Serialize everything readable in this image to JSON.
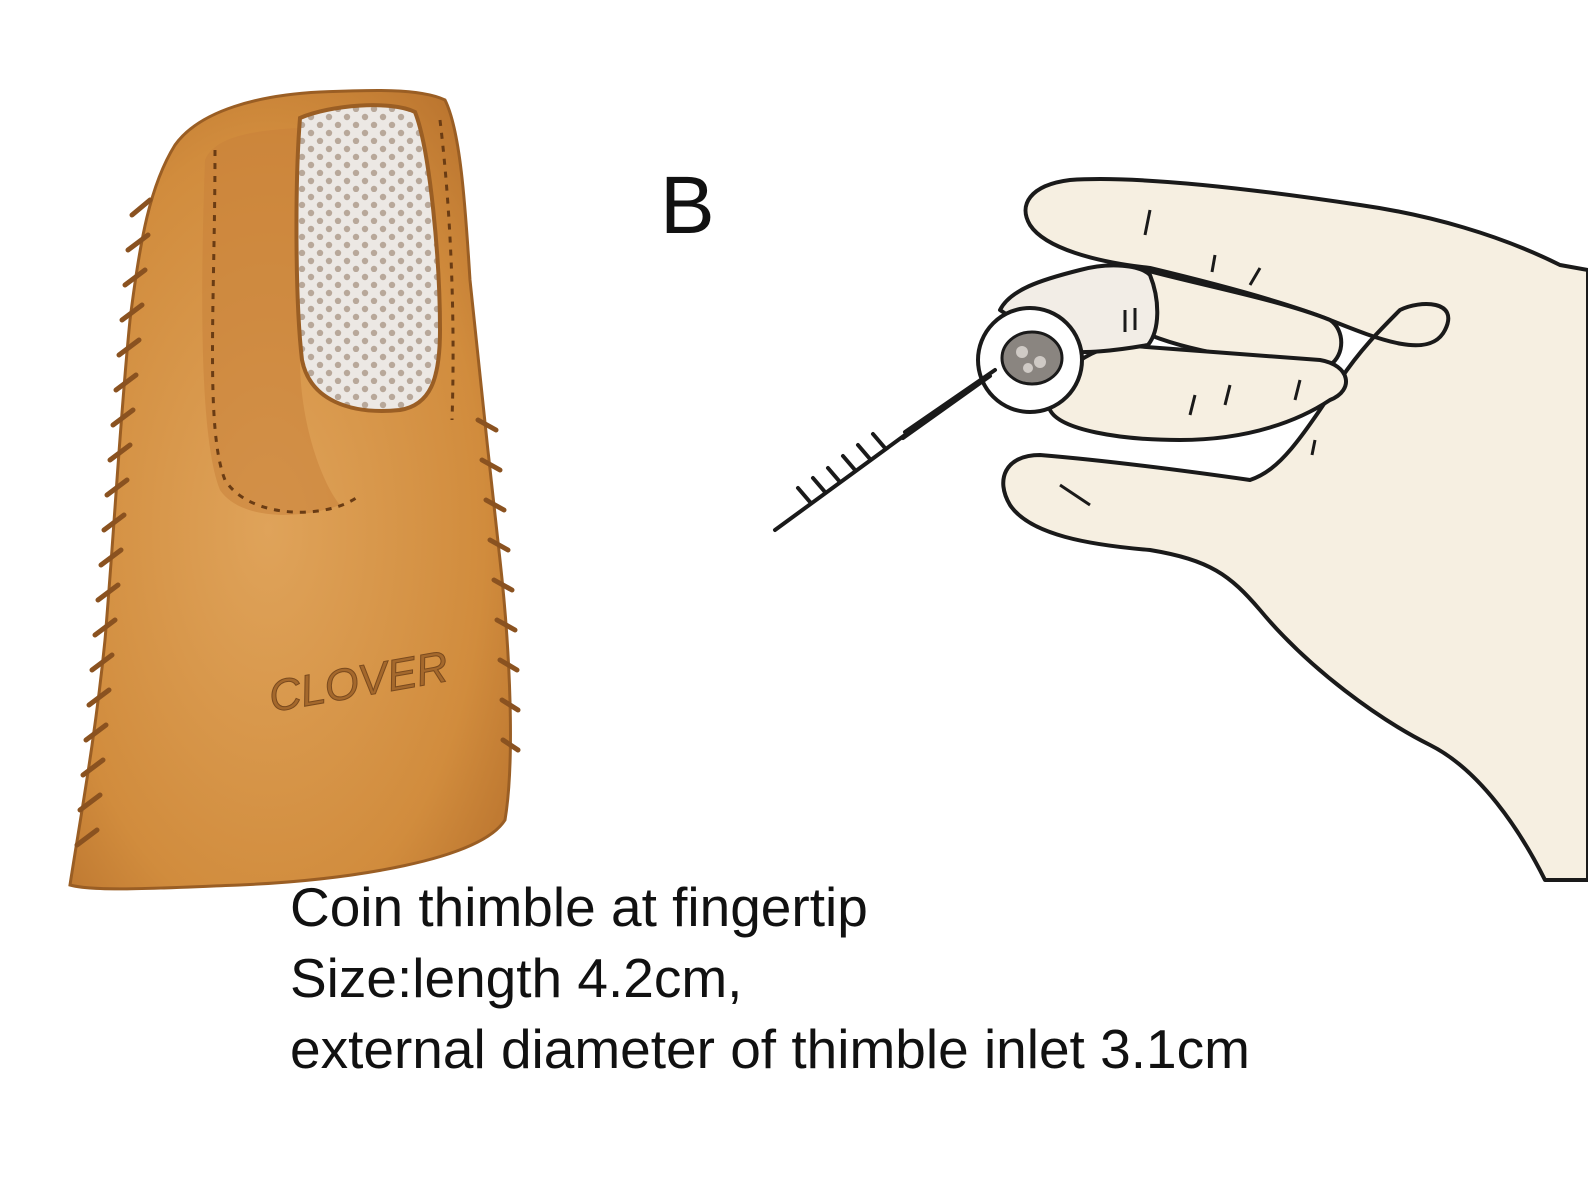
{
  "panel_label": "B",
  "brand_mark": "CLOVER",
  "caption": {
    "line1": "Coin thimble at fingertip",
    "line2": "Size:length 4.2cm,",
    "line3": "external diameter of thimble inlet 3.1cm"
  },
  "colors": {
    "leather": "#d69446",
    "leather_dark": "#a8662a",
    "metal_plate": "#e8e4e0",
    "skin": "#f6efe1",
    "outline": "#1a1a1a",
    "text": "#111111"
  },
  "icons": [
    "leather-thimble-icon",
    "hand-with-thimble-icon",
    "needle-and-thread-icon"
  ]
}
